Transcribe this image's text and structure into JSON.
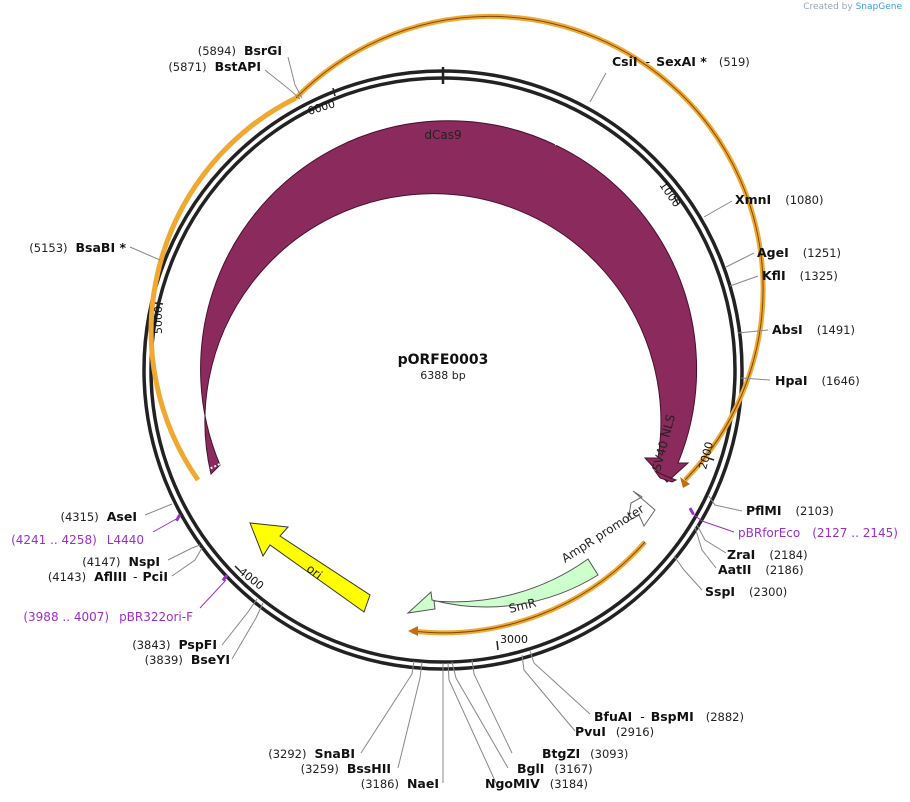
{
  "credit": {
    "prefix": "Created by",
    "brand": "SnapGene"
  },
  "plasmid": {
    "name": "pORFE0003",
    "size_label": "6388 bp"
  },
  "ticks": [
    "1000",
    "2000",
    "3000",
    "4000",
    "5000",
    "6000"
  ],
  "features": [
    {
      "id": "dcas9",
      "label": "dCas9",
      "color": "#8b2a5c"
    },
    {
      "id": "sv40",
      "label": "SV40 NLS",
      "color": "#8b2a5c"
    },
    {
      "id": "ampr-promoter",
      "label": "AmpR promoter",
      "color": "#ffffff"
    },
    {
      "id": "smr",
      "label": "SmR",
      "color": "#ccffcc"
    },
    {
      "id": "ori",
      "label": "ori",
      "color": "#ffff00"
    }
  ],
  "sites": [
    {
      "name": "BsrGI",
      "pos": "(5894)"
    },
    {
      "name": "BstAPI",
      "pos": "(5871)"
    },
    {
      "name": "CsiI",
      "name2": "SexAI *",
      "pos": "(519)"
    },
    {
      "name": "XmnI",
      "pos": "(1080)"
    },
    {
      "name": "AgeI",
      "pos": "(1251)"
    },
    {
      "name": "KflI",
      "pos": "(1325)"
    },
    {
      "name": "AbsI",
      "pos": "(1491)"
    },
    {
      "name": "HpaI",
      "pos": "(1646)"
    },
    {
      "name": "BsaBI *",
      "pos": "(5153)"
    },
    {
      "name": "PflMI",
      "pos": "(2103)"
    },
    {
      "name": "ZraI",
      "pos": "(2184)"
    },
    {
      "name": "AatII",
      "pos": "(2186)"
    },
    {
      "name": "SspI",
      "pos": "(2300)"
    },
    {
      "name": "AseI",
      "pos": "(4315)"
    },
    {
      "name": "NspI",
      "pos": "(4147)"
    },
    {
      "name": "AflIII",
      "name2": "PciI",
      "pos": "(4143)"
    },
    {
      "name": "PspFI",
      "pos": "(3843)"
    },
    {
      "name": "BseYI",
      "pos": "(3839)"
    },
    {
      "name": "BfuAI",
      "name2": "BspMI",
      "pos": "(2882)"
    },
    {
      "name": "PvuI",
      "pos": "(2916)"
    },
    {
      "name": "BtgZI",
      "pos": "(3093)"
    },
    {
      "name": "BglI",
      "pos": "(3167)"
    },
    {
      "name": "NgoMIV",
      "pos": "(3184)"
    },
    {
      "name": "NaeI",
      "pos": "(3186)"
    },
    {
      "name": "BssHII",
      "pos": "(3259)"
    },
    {
      "name": "SnaBI",
      "pos": "(3292)"
    }
  ],
  "primers": [
    {
      "name": "pBRforEco",
      "range": "(2127 .. 2145)"
    },
    {
      "name": "L4440",
      "range": "(4241 .. 4258)"
    },
    {
      "name": "pBR322ori-F",
      "range": "(3988 .. 4007)"
    }
  ]
}
